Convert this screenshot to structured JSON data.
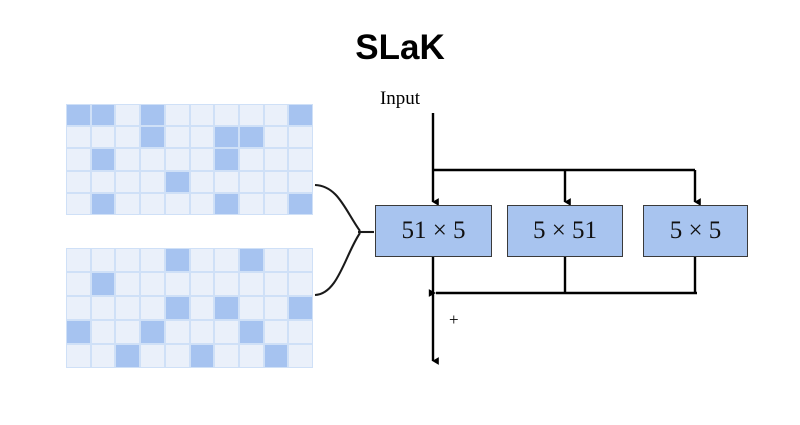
{
  "diagram": {
    "title": "SLaK",
    "input_label": "Input",
    "sum_label": "+",
    "colors": {
      "cell_on": "#a6c3f0",
      "cell_off": "#eaf0fa",
      "cell_border": "#cfe0f7",
      "box_fill": "#a8c4ef",
      "box_border": "#3a3a3a",
      "line": "#000000",
      "background": "#ffffff"
    },
    "branches": [
      {
        "label": "51 × 5",
        "name": "kernel-51x5"
      },
      {
        "label": "5 × 51",
        "name": "kernel-5x51"
      },
      {
        "label": "5 × 5",
        "name": "kernel-5x5"
      }
    ],
    "kernel_maps": [
      {
        "name": "kernel-map-top",
        "rows": 5,
        "cols": 10,
        "active_cells": [
          [
            0,
            0
          ],
          [
            0,
            1
          ],
          [
            0,
            3
          ],
          [
            0,
            9
          ],
          [
            1,
            3
          ],
          [
            1,
            6
          ],
          [
            1,
            7
          ],
          [
            2,
            1
          ],
          [
            2,
            6
          ],
          [
            3,
            4
          ],
          [
            4,
            1
          ],
          [
            4,
            6
          ],
          [
            4,
            9
          ]
        ]
      },
      {
        "name": "kernel-map-bottom",
        "rows": 5,
        "cols": 10,
        "active_cells": [
          [
            0,
            4
          ],
          [
            0,
            7
          ],
          [
            1,
            1
          ],
          [
            2,
            4
          ],
          [
            2,
            6
          ],
          [
            2,
            9
          ],
          [
            3,
            0
          ],
          [
            3,
            3
          ],
          [
            3,
            7
          ],
          [
            4,
            2
          ],
          [
            4,
            5
          ],
          [
            4,
            8
          ]
        ]
      }
    ]
  }
}
